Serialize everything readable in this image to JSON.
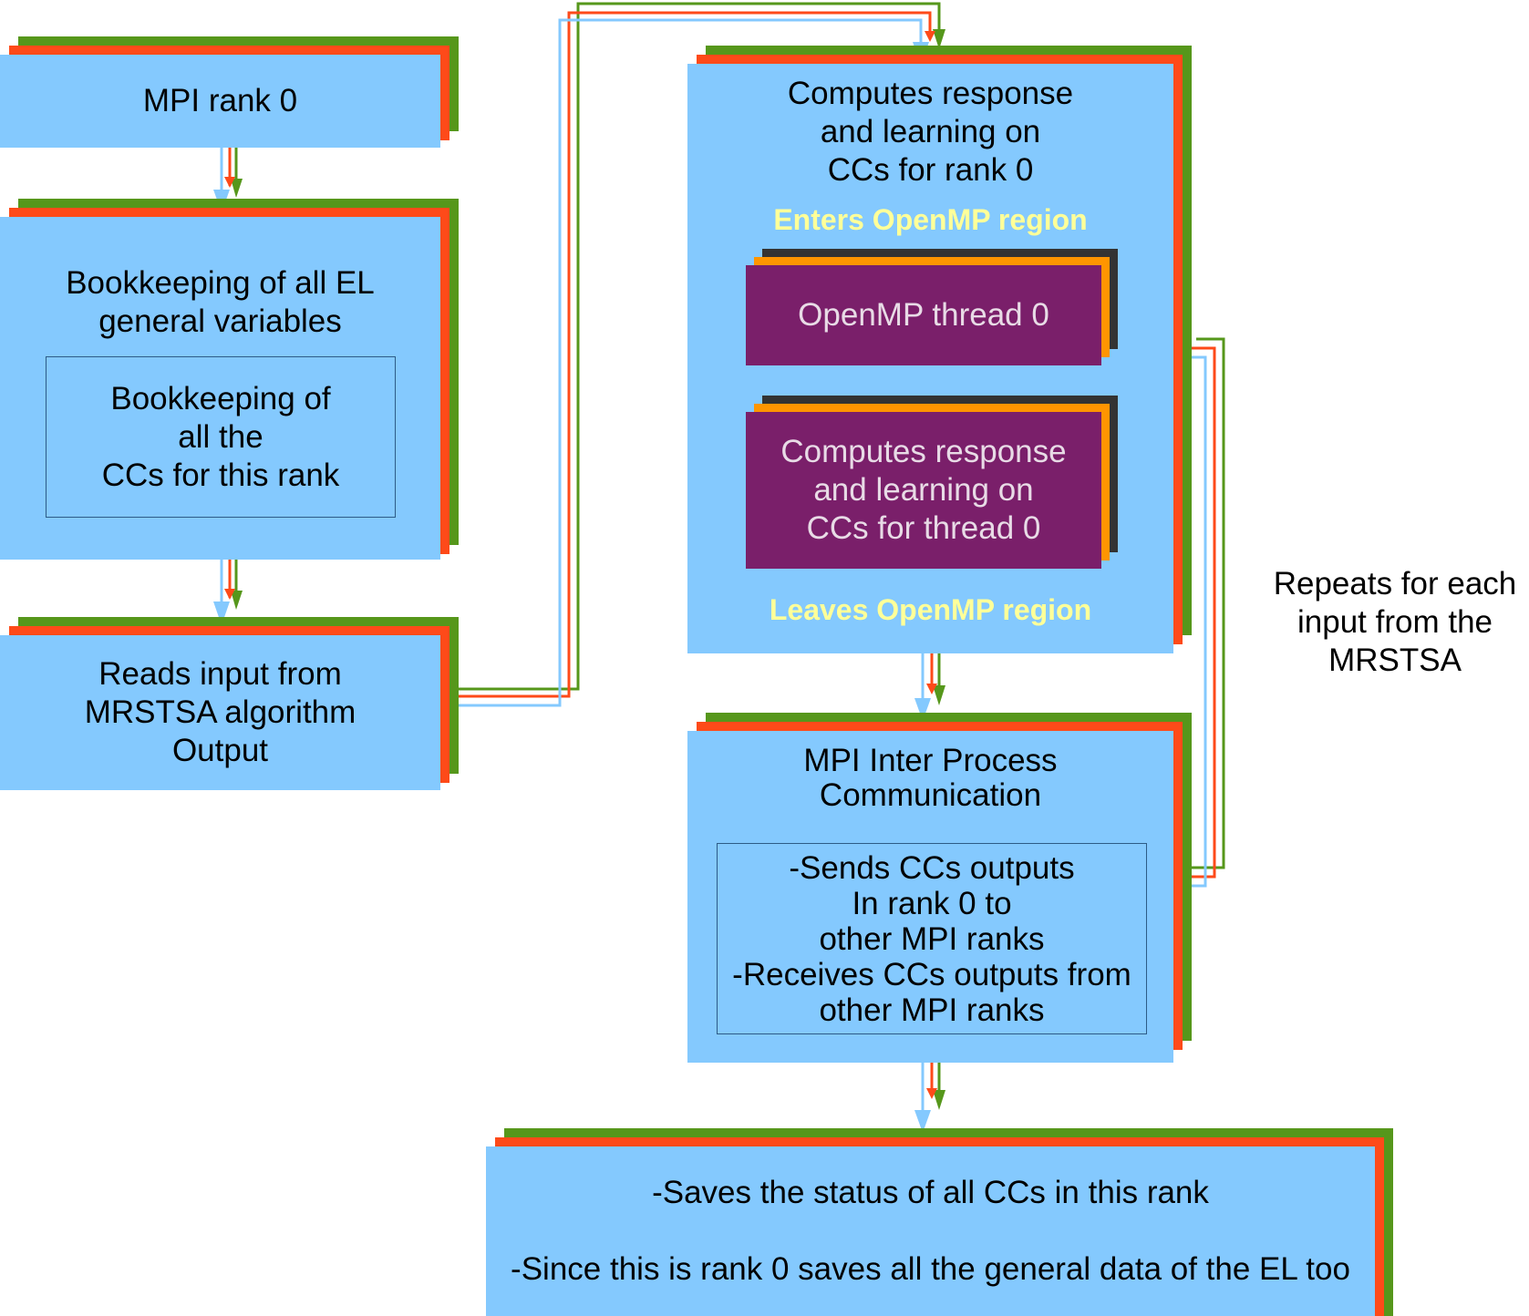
{
  "colors": {
    "box_fill": "#84c9fe",
    "shadow_red": "#fe4a19",
    "shadow_green": "#56971b",
    "thread_fill": "#7a1f6a",
    "thread_shadow_orange": "#ff9500",
    "thread_shadow_dark": "#333333",
    "highlight_text": "#ffff99"
  },
  "boxes": {
    "mpi_rank": {
      "lines": [
        "MPI rank 0"
      ]
    },
    "bookkeeping": {
      "lines": [
        "Bookkeeping of all EL",
        "general variables"
      ],
      "inner_lines": [
        "Bookkeeping of",
        "all the",
        "CCs for this rank"
      ]
    },
    "reads_input": {
      "lines": [
        "Reads input from",
        "MRSTSA algorithm",
        "Output"
      ]
    },
    "computes_rank": {
      "lines": [
        "Computes response",
        "and learning on",
        "CCs for rank 0"
      ],
      "enters_label": "Enters OpenMP region",
      "leaves_label": "Leaves OpenMP region",
      "thread_label": "OpenMP thread 0",
      "thread_compute_lines": [
        "Computes response",
        "and learning on",
        "CCs for thread 0"
      ]
    },
    "mpi_comm": {
      "lines": [
        "MPI Inter Process",
        "Communication"
      ],
      "inner_lines": [
        "-Sends CCs outputs",
        "In rank 0 to",
        "other MPI ranks",
        "-Receives CCs outputs from",
        "other MPI ranks"
      ]
    },
    "saves": {
      "lines": [
        "-Saves the status of all CCs in this rank",
        "",
        "-Since this is rank 0 saves all the general data of the EL too"
      ]
    }
  },
  "loop_note": {
    "lines": [
      "Repeats for each",
      "input from the",
      "MRSTSA"
    ]
  }
}
